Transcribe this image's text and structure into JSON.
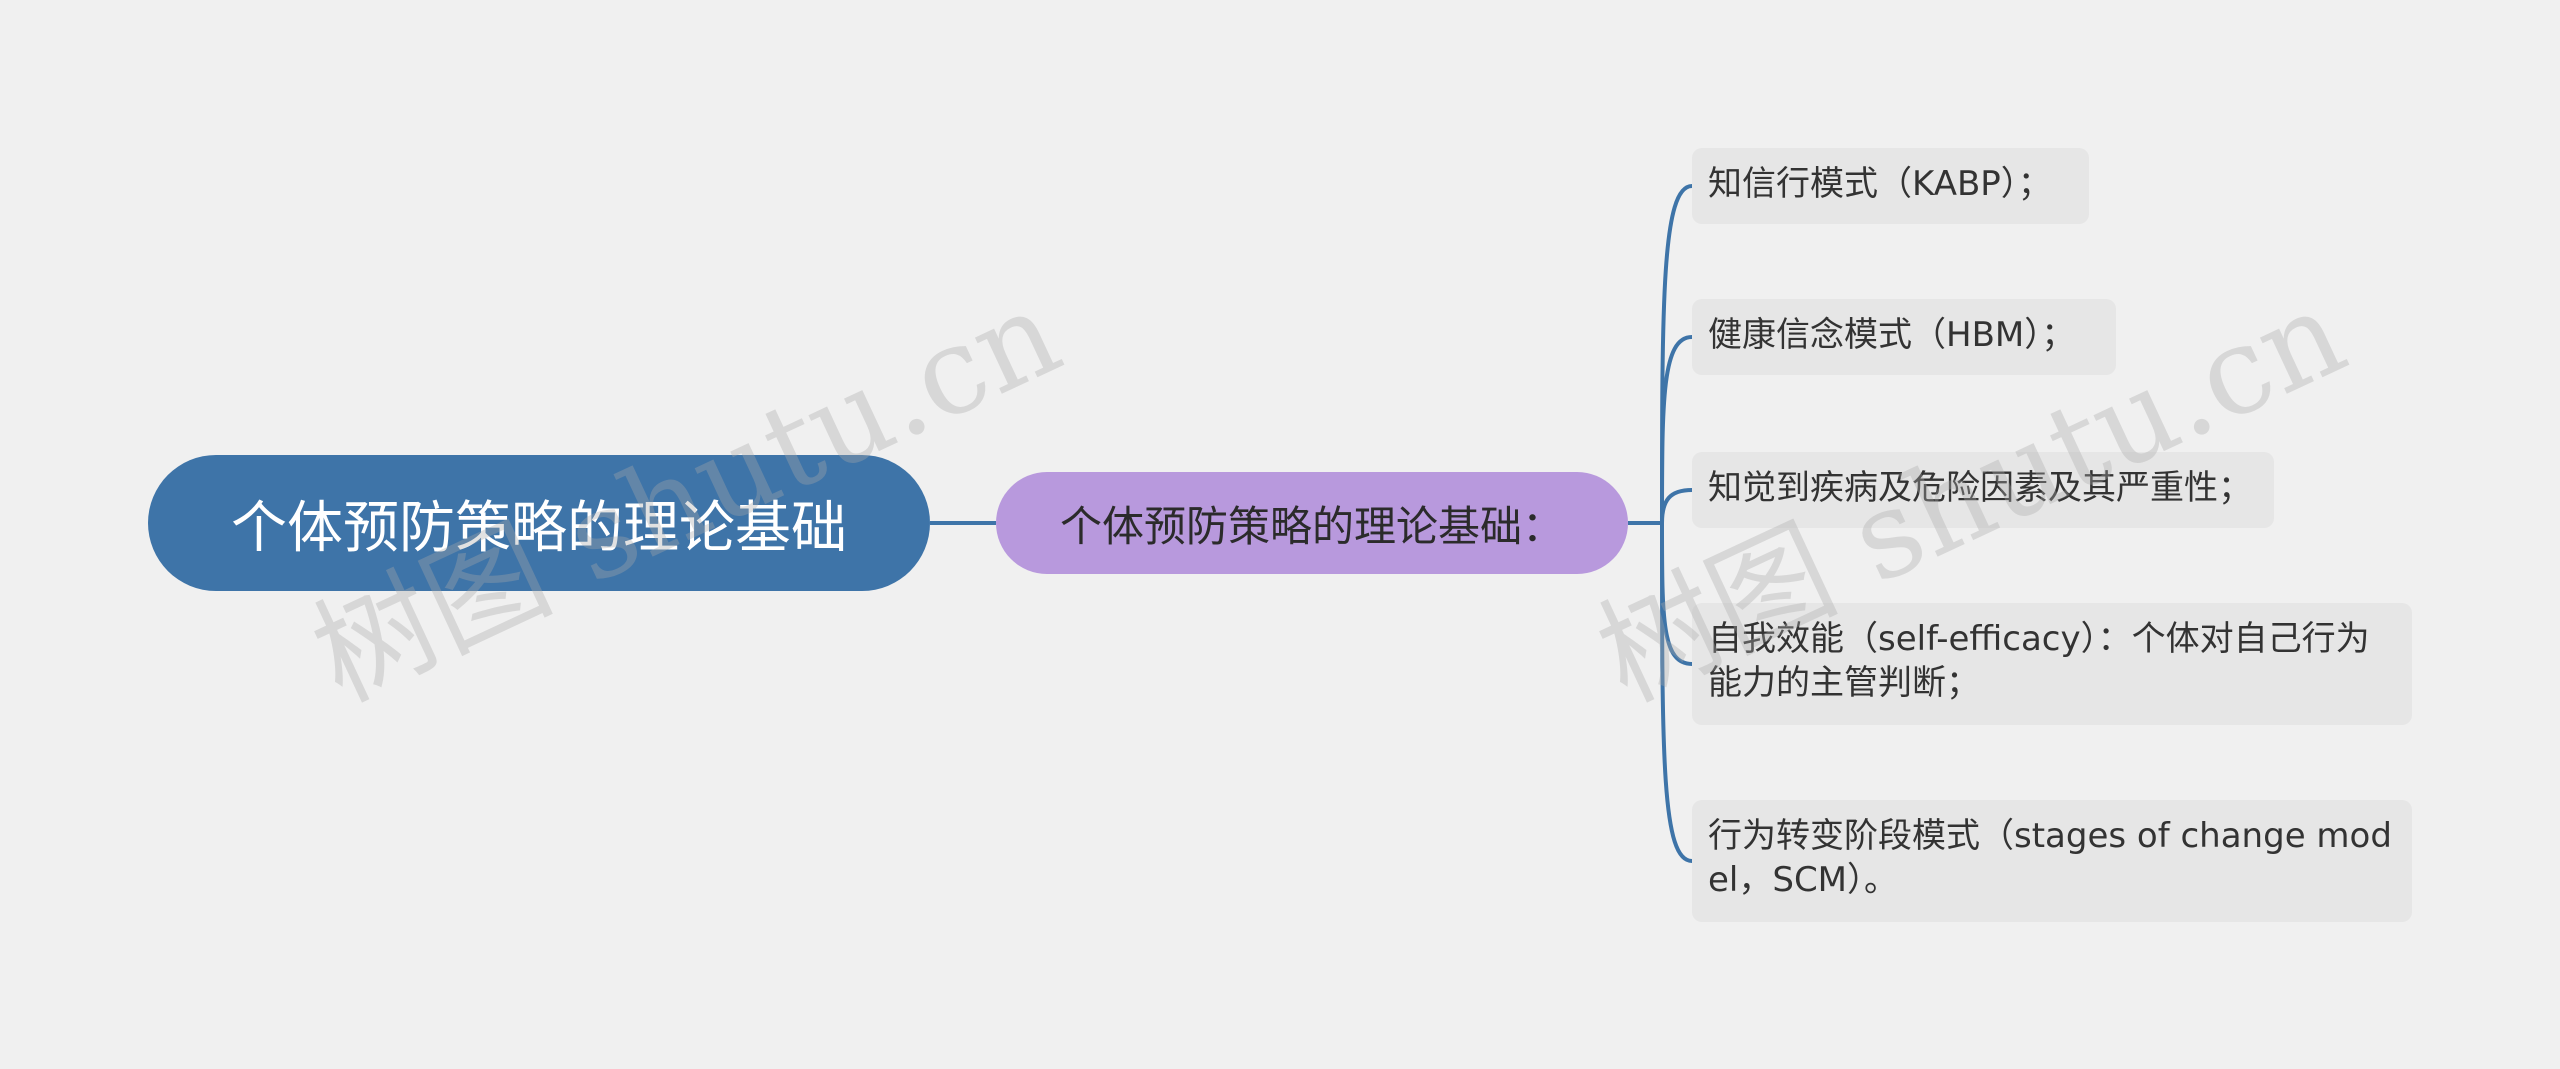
{
  "colors": {
    "background": "#f0f0f0",
    "root_fill": "#3e74a8",
    "mid_fill": "#b899dd",
    "leaf_fill": "#e6e6e6",
    "connector": "#3e74a8"
  },
  "mindmap": {
    "root": {
      "label": "个体预防策略的理论基础"
    },
    "branch": {
      "label": "个体预防策略的理论基础："
    },
    "leaves": [
      {
        "label": "知信行模式（KABP）；"
      },
      {
        "label": "健康信念模式（HBM）；"
      },
      {
        "label": "知觉到疾病及危险因素及其严重性；"
      },
      {
        "label": "自我效能（self-efficacy）：个体对自己行为能力的主管判断；"
      },
      {
        "label": "行为转变阶段模式（stages of change model，SCM）。"
      }
    ]
  },
  "watermarks": [
    {
      "text": "树图 shutu.cn"
    },
    {
      "text": "树图 shutu.cn"
    }
  ]
}
